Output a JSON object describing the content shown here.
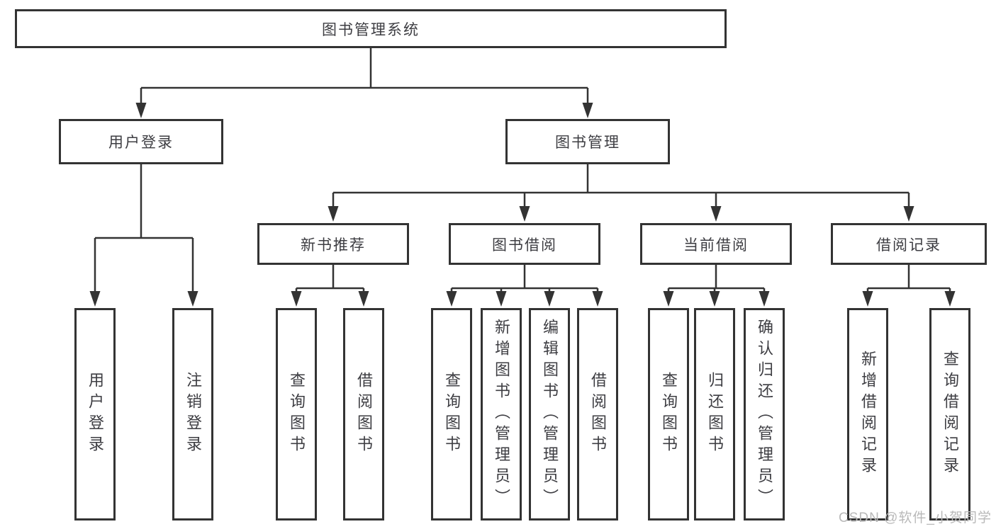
{
  "diagram": {
    "type": "tree-diagram",
    "root": {
      "label": "图书管理系统",
      "children": [
        {
          "label": "用户登录",
          "children": [
            {
              "label": "用户登录"
            },
            {
              "label": "注销登录"
            }
          ]
        },
        {
          "label": "图书管理",
          "children": [
            {
              "label": "新书推荐",
              "children": [
                {
                  "label": "查询图书"
                },
                {
                  "label": "借阅图书"
                }
              ]
            },
            {
              "label": "图书借阅",
              "children": [
                {
                  "label": "查询图书"
                },
                {
                  "label": "新增图书（管理员）"
                },
                {
                  "label": "编辑图书（管理员）"
                },
                {
                  "label": "借阅图书"
                }
              ]
            },
            {
              "label": "当前借阅",
              "children": [
                {
                  "label": "查询图书"
                },
                {
                  "label": "归还图书"
                },
                {
                  "label": "确认归还（管理员）"
                }
              ]
            },
            {
              "label": "借阅记录",
              "children": [
                {
                  "label": "新增借阅记录"
                },
                {
                  "label": "查询借阅记录"
                }
              ]
            }
          ]
        }
      ]
    },
    "colors": {
      "line": "#333333",
      "box_border": "#333333",
      "box_fill": "#ffffff",
      "text": "#3d3d42",
      "watermark": "#b9b9b9",
      "background": "#ffffff"
    }
  },
  "watermark": {
    "text": "CSDN @软件_小贺同学"
  }
}
